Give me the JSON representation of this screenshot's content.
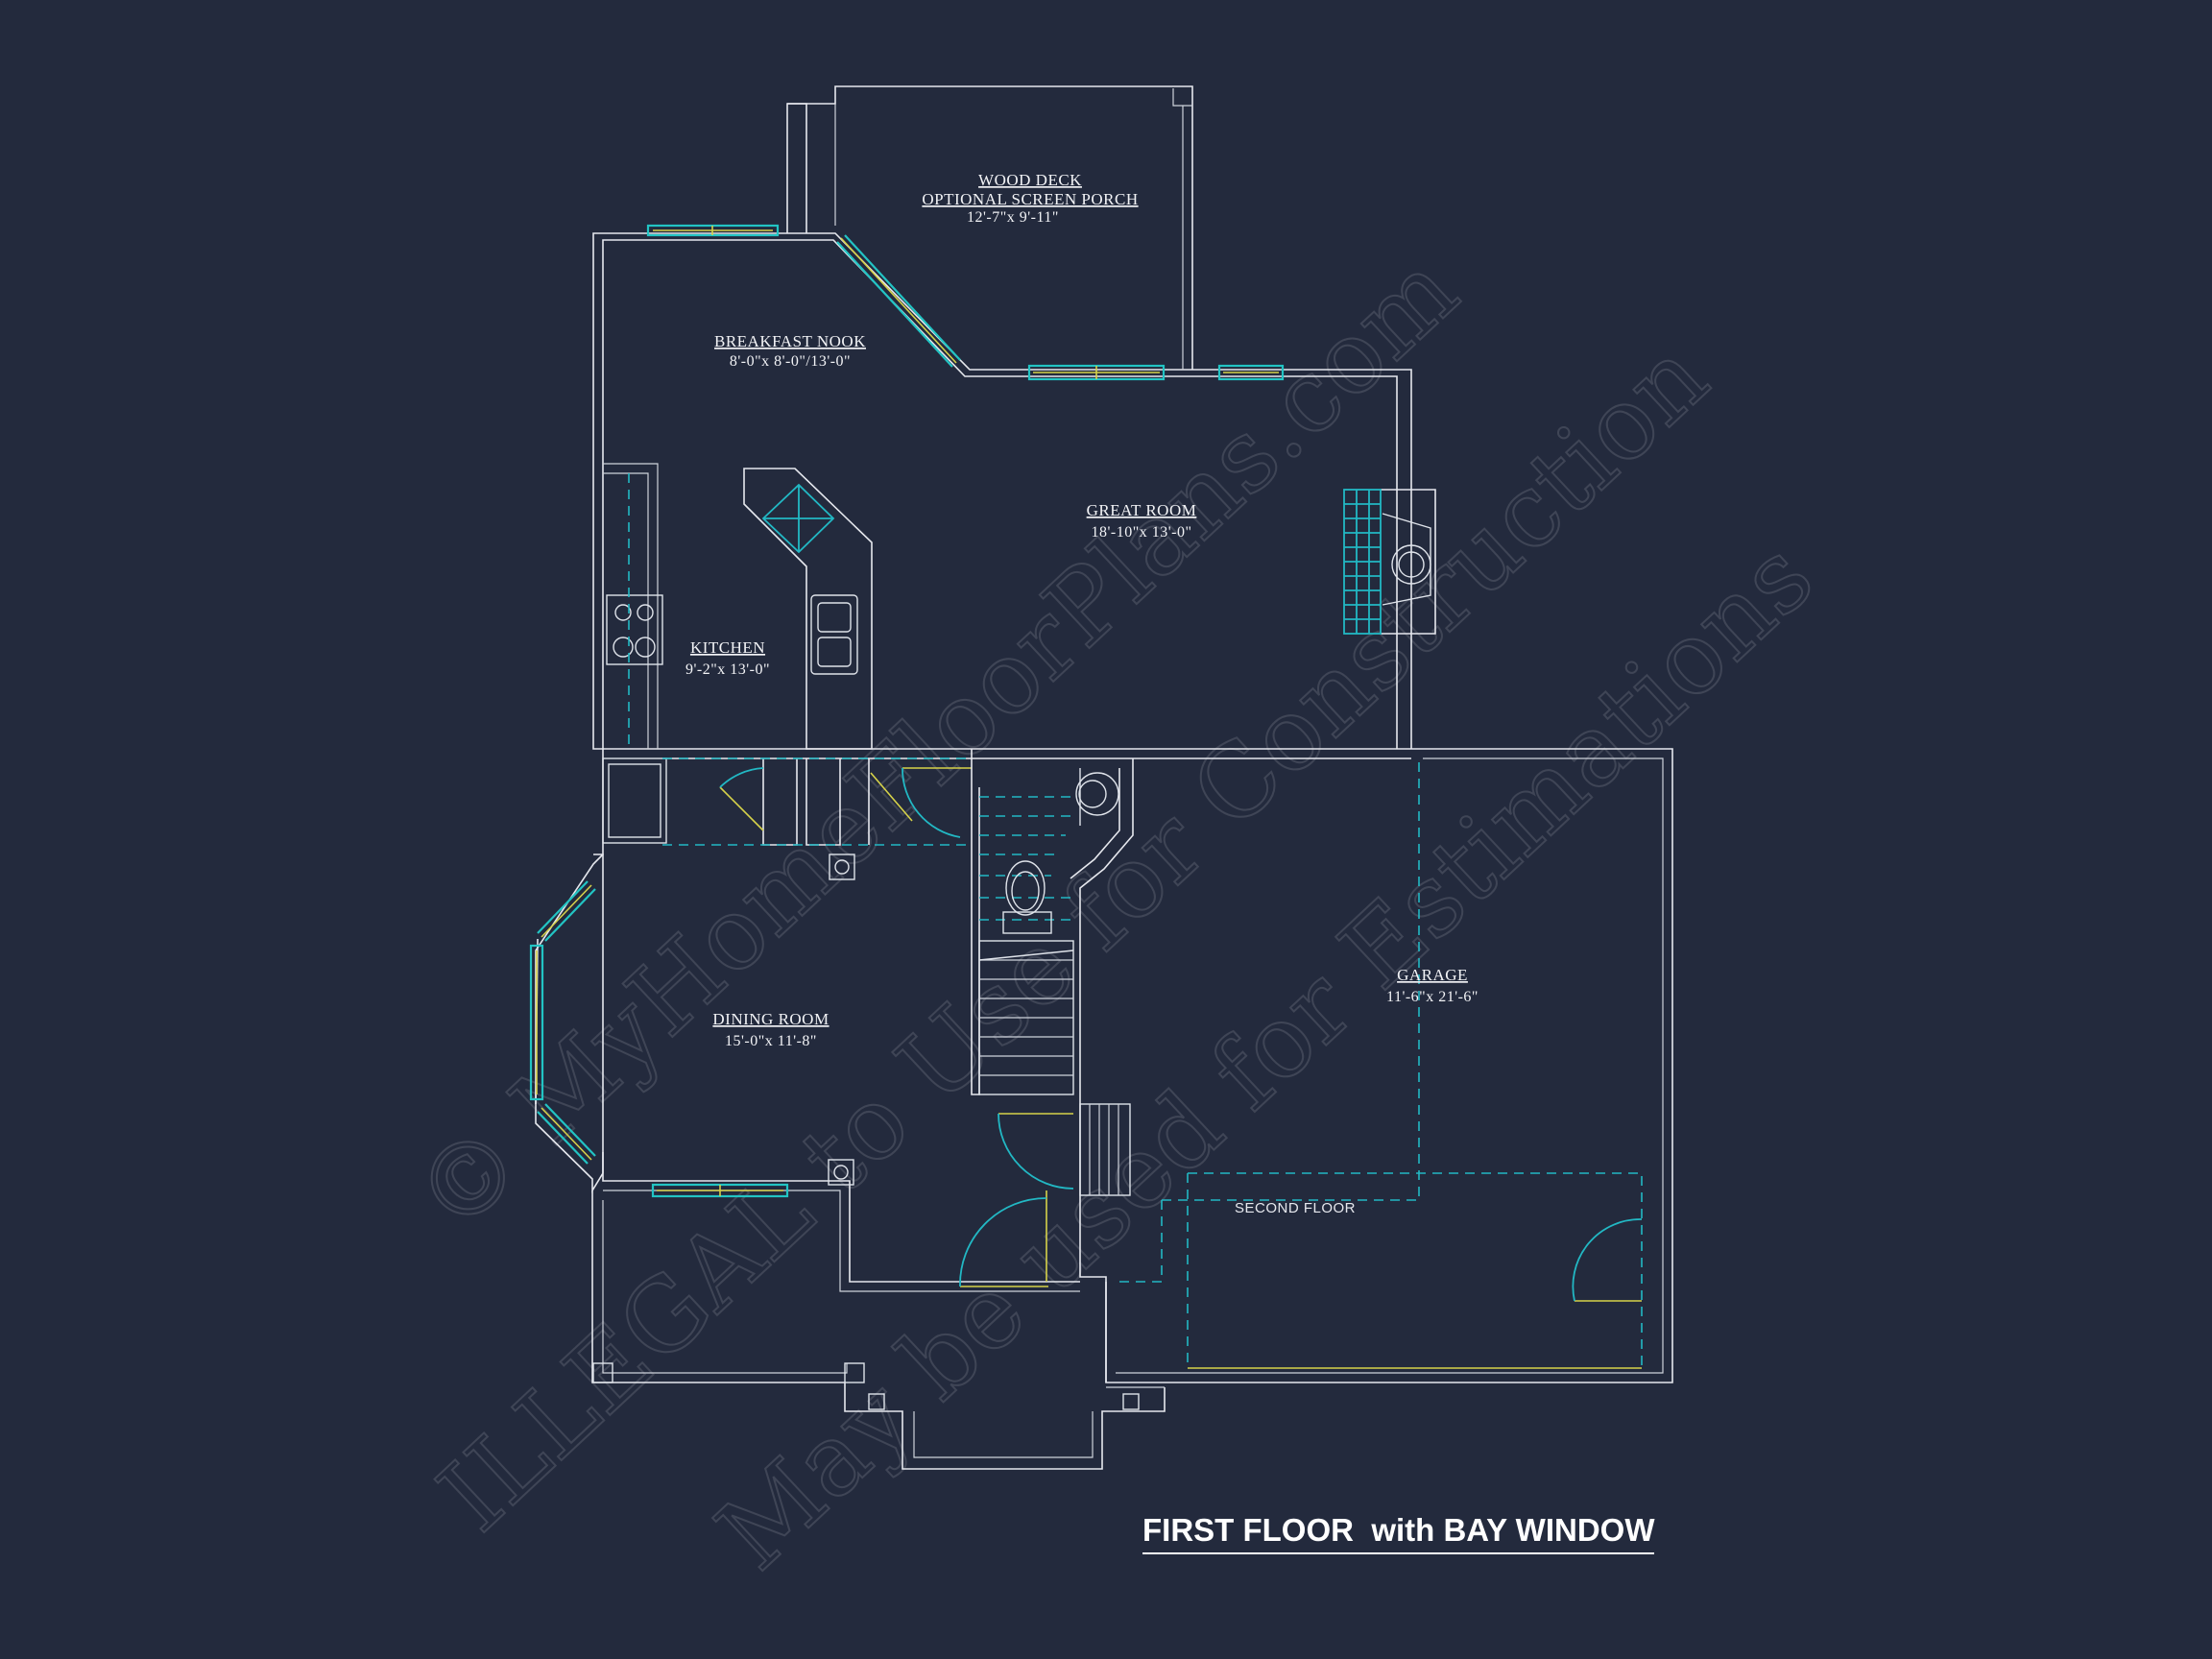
{
  "watermark": {
    "line1": "© MyHomeFloorPlans.com",
    "line2": "ILLEGAL to Use for Construction",
    "line3": "May be used for Estimations"
  },
  "rooms": {
    "deck": {
      "name_line1": "WOOD DECK",
      "name_line2": "OPTIONAL SCREEN PORCH",
      "dims": "12'-7\"x  9'-11\""
    },
    "nook": {
      "name": "BREAKFAST NOOK",
      "dims": "8'-0\"x  8'-0\"/13'-0\""
    },
    "great": {
      "name": "GREAT ROOM",
      "dims": "18'-10\"x  13'-0\""
    },
    "kitchen": {
      "name": "KITCHEN",
      "dims": "9'-2\"x  13'-0\""
    },
    "dining": {
      "name": "DINING ROOM",
      "dims": "15'-0\"x  11'-8\""
    },
    "garage": {
      "name": "GARAGE",
      "dims": "11'-6\"x  21'-6\""
    }
  },
  "notes": {
    "second_floor": "SECOND FLOOR"
  },
  "title": "FIRST FLOOR  with BAY WINDOW",
  "colors": {
    "background": "#232a3d",
    "walls": "#e6e8ee",
    "dashed_lines": "#22b8c4",
    "window_sash": "#d6d24a"
  }
}
